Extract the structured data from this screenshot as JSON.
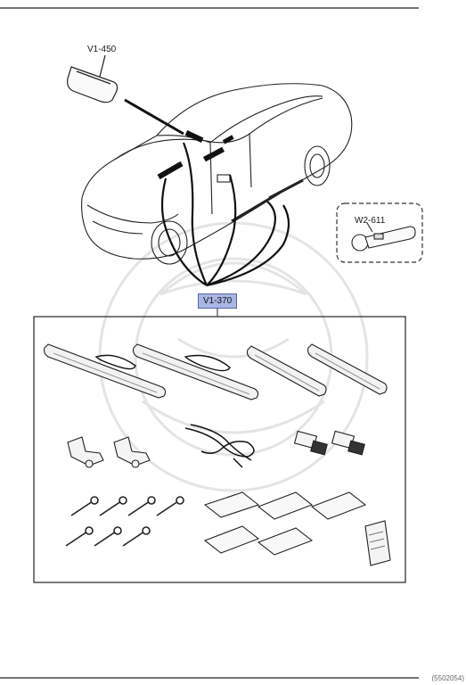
{
  "callouts": {
    "mirror": "V1-450",
    "keychain": "W2-611",
    "kit": "V1-370"
  },
  "footer": {
    "code": "(5502054)"
  }
}
